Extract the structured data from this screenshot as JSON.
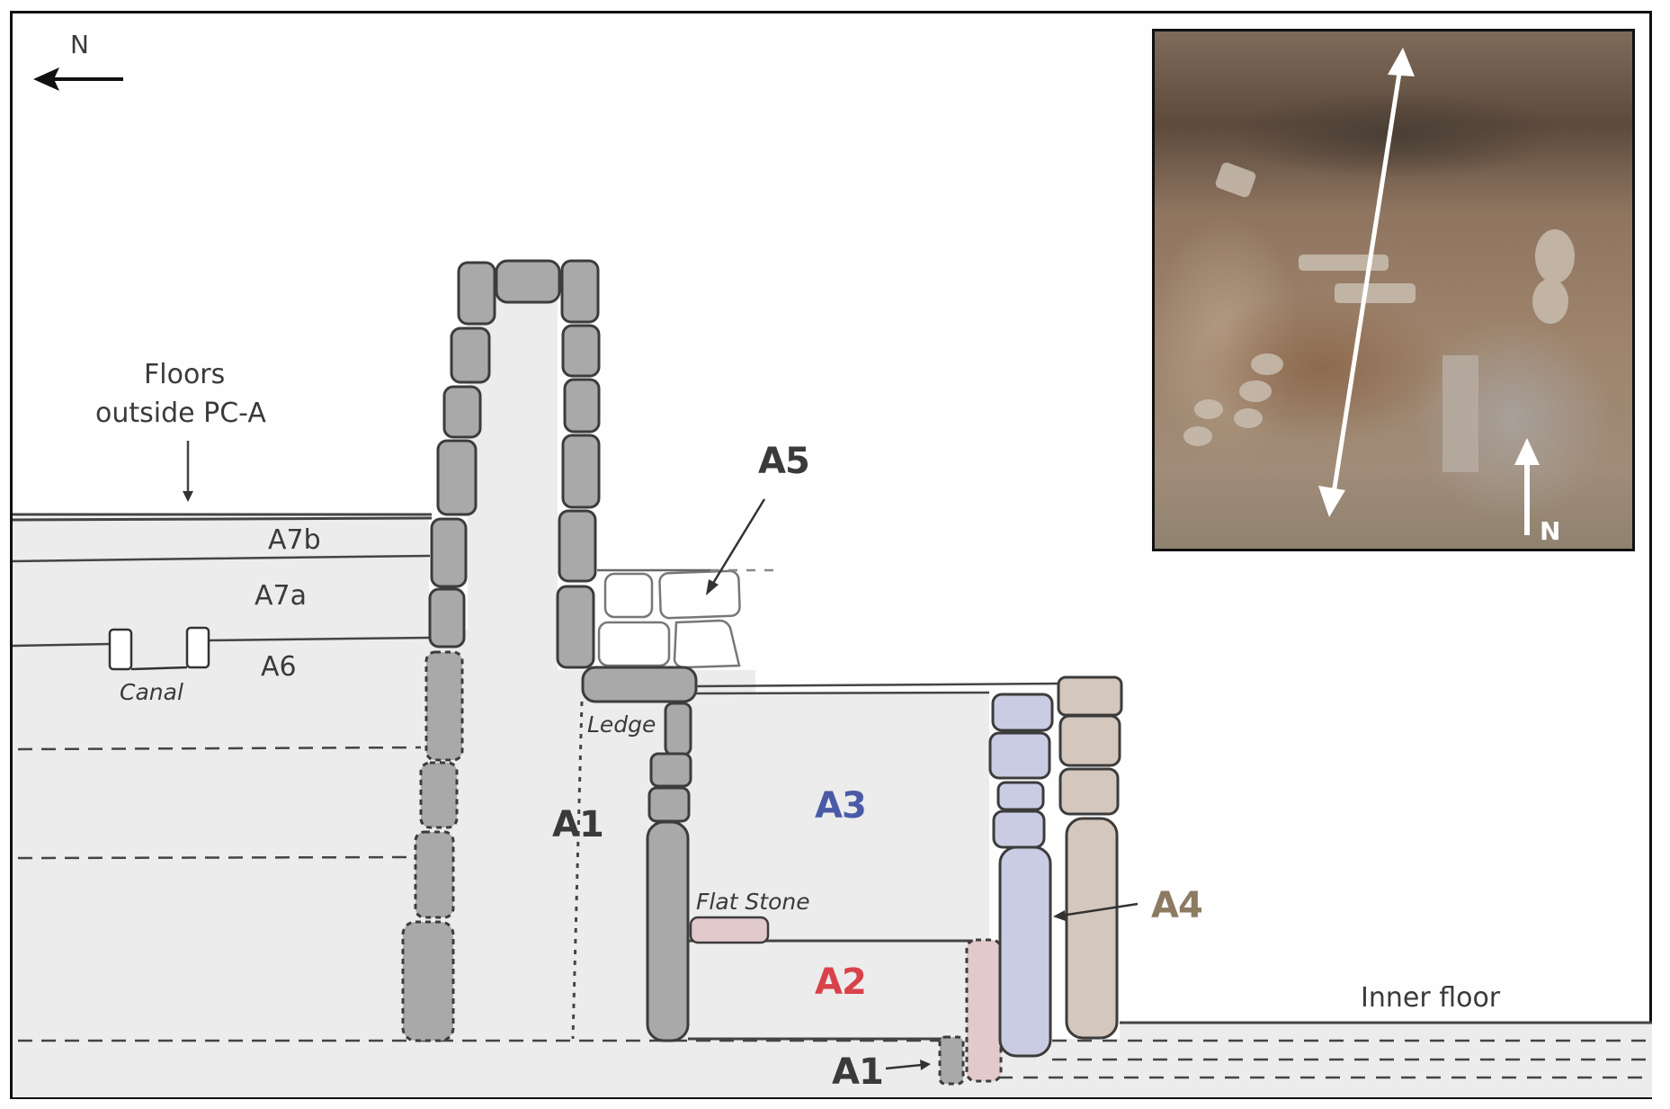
{
  "figure": {
    "type": "archaeological section drawing",
    "compass_label": "N",
    "colors": {
      "frame": "#111111",
      "fill_ground": "#ececec",
      "stone_gray": "#a9a9a9",
      "stone_outline": "#3c3c3c",
      "stone_a3_blue": "#c9cce2",
      "stone_a4_brown": "#d4c7bd",
      "stone_a2_pink": "#e2c9cc",
      "label_dark": "#3a3a3a",
      "label_a3": "#4a5aa6",
      "label_a2": "#d9424a",
      "label_a4": "#8d7a63"
    }
  },
  "labels": {
    "floors_outside_line1": "Floors",
    "floors_outside_line2": "outside PC-A",
    "a7b": "A7b",
    "a7a": "A7a",
    "a6": "A6",
    "canal": "Canal",
    "a5": "A5",
    "ledge": "Ledge",
    "a1_main": "A1",
    "a3": "A3",
    "flat_stone": "Flat Stone",
    "a2": "A2",
    "a4": "A4",
    "a1_small": "A1",
    "inner_floor": "Inner floor"
  },
  "inset_photo": {
    "description": "Aerial excavation photo with double-headed section arrow",
    "north_label": "N"
  }
}
